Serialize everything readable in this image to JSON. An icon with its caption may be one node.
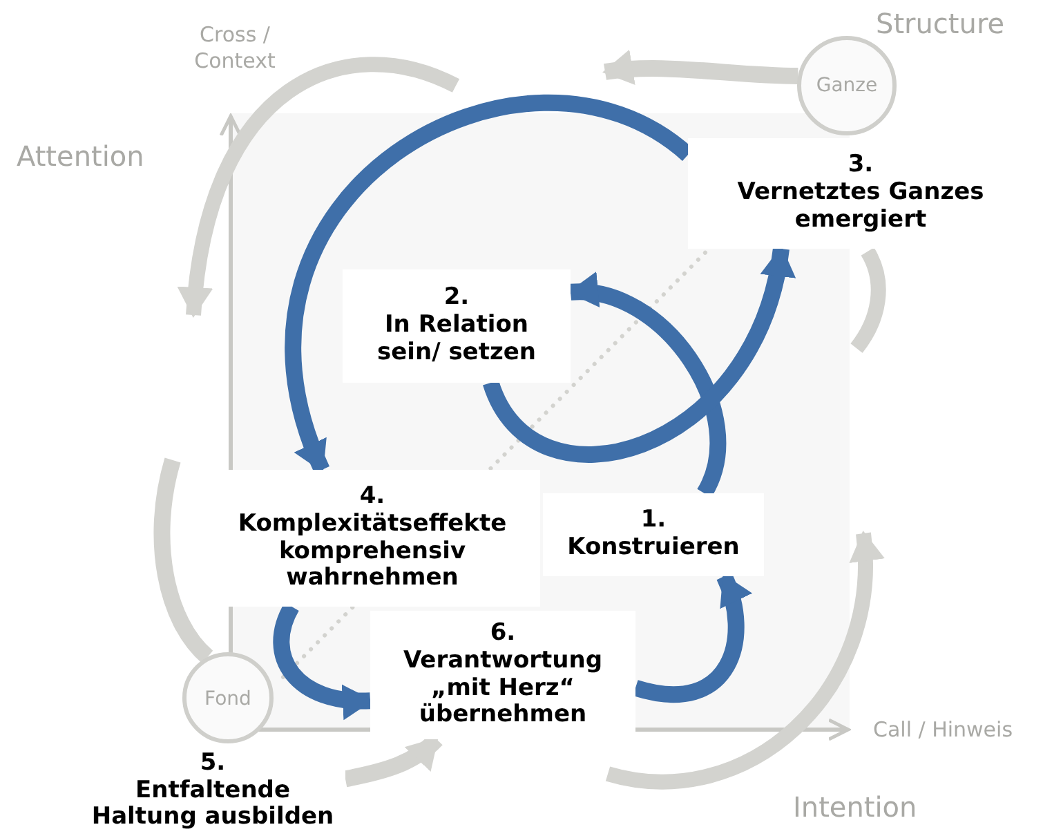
{
  "diagram": {
    "nodes": [
      {
        "text": [
          "1.",
          "Konstruieren"
        ]
      },
      {
        "text": [
          "2.",
          "In Relation sein/ setzen"
        ]
      },
      {
        "text": [
          "3.",
          "Vernetztes Ganzes emergiert"
        ]
      },
      {
        "text": [
          "4.",
          "Komplexitätseffekte komprehensiv wahrnehmen"
        ]
      },
      {
        "text": [
          "5.",
          "Entfaltende Haltung ausbilden"
        ]
      },
      {
        "text": [
          "6.",
          "Verantwortung „mit Herz“ übernehmen"
        ]
      },
      {
        "text": [
          "Ganze"
        ]
      },
      {
        "text": [
          "Fond"
        ]
      }
    ],
    "edges": [
      {
        "from": 0,
        "to": 1,
        "arrow": "to"
      },
      {
        "from": 1,
        "to": 2,
        "arrow": "to"
      },
      {
        "from": 2,
        "to": 3,
        "arrow": "to"
      },
      {
        "from": 3,
        "to": 5,
        "arrow": "to"
      },
      {
        "from": 5,
        "to": 0,
        "arrow": "to"
      },
      {
        "from": 6,
        "to": null,
        "arrow": "to",
        "color": "#d3d3cf"
      },
      {
        "from": null,
        "to": 7,
        "arrow": "none",
        "color": "#d3d3cf"
      },
      {
        "from": 4,
        "to": 5,
        "arrow": "to",
        "color": "#d3d3cf"
      }
    ],
    "labels": [
      "Cross / Context",
      "Attention",
      "Structure",
      "Call / Hinweis",
      "Intention"
    ]
  }
}
